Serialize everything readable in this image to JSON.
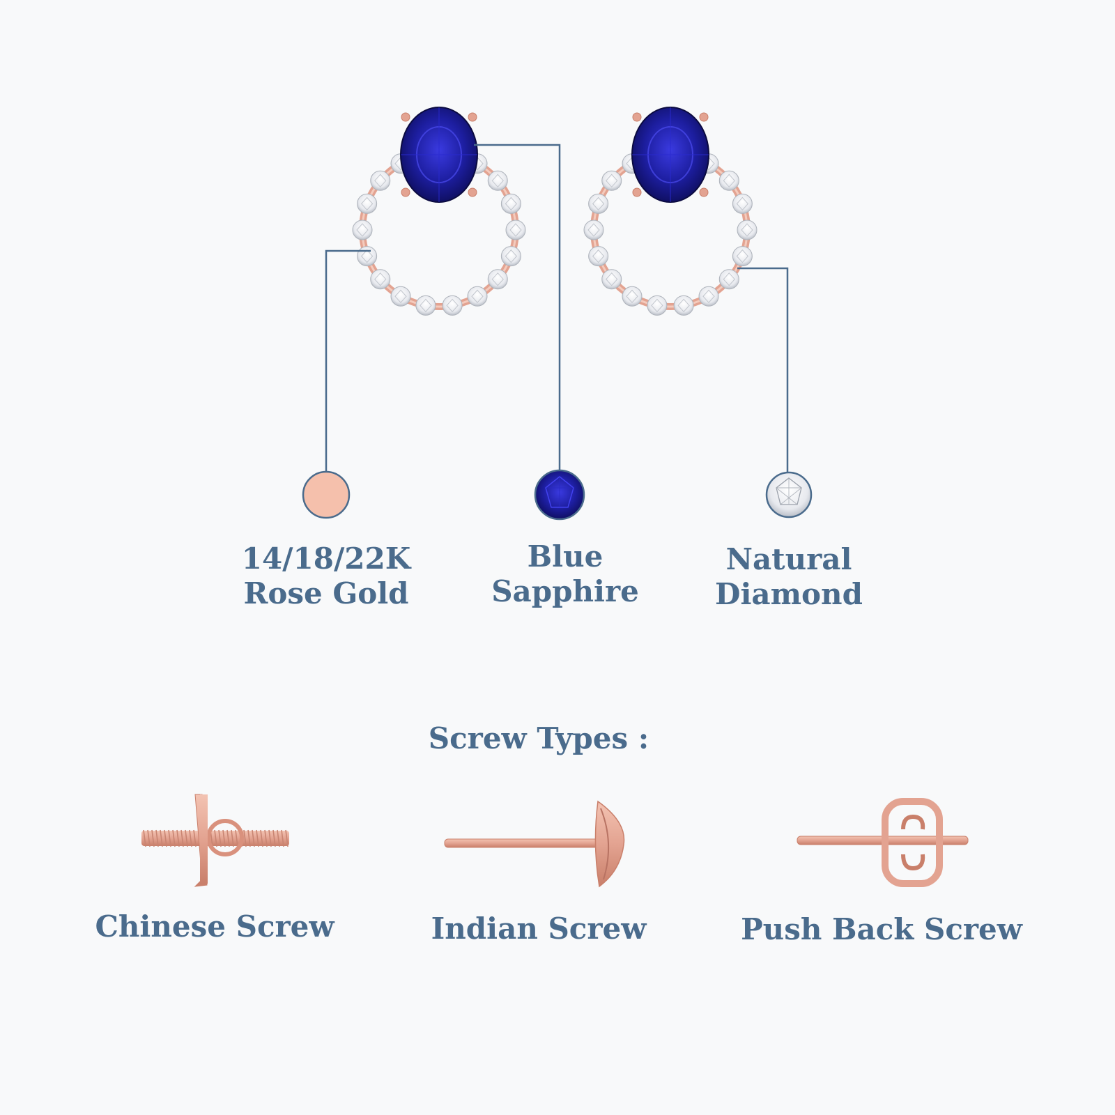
{
  "materials": [
    {
      "line1": "14/18/22K",
      "line2": "Rose Gold",
      "swatch_color": "#f5c0ac"
    },
    {
      "line1": "Blue",
      "line2": "Sapphire",
      "swatch_color": "#1d1ea0"
    },
    {
      "line1": "Natural",
      "line2": "Diamond",
      "swatch_color": "#ffffff"
    }
  ],
  "screws": {
    "title": "Screw Types :",
    "items": [
      {
        "label": "Chinese Screw",
        "icon": "chinese-screw-icon"
      },
      {
        "label": "Indian Screw",
        "icon": "indian-screw-icon"
      },
      {
        "label": "Push Back Screw",
        "icon": "push-back-screw-icon"
      }
    ]
  },
  "colors": {
    "text": "#4a6b8c",
    "leader_line": "#4a6b8c",
    "rose_gold": "#e3a391",
    "sapphire": "#1d1ea0",
    "background": "#f8f9fa"
  }
}
